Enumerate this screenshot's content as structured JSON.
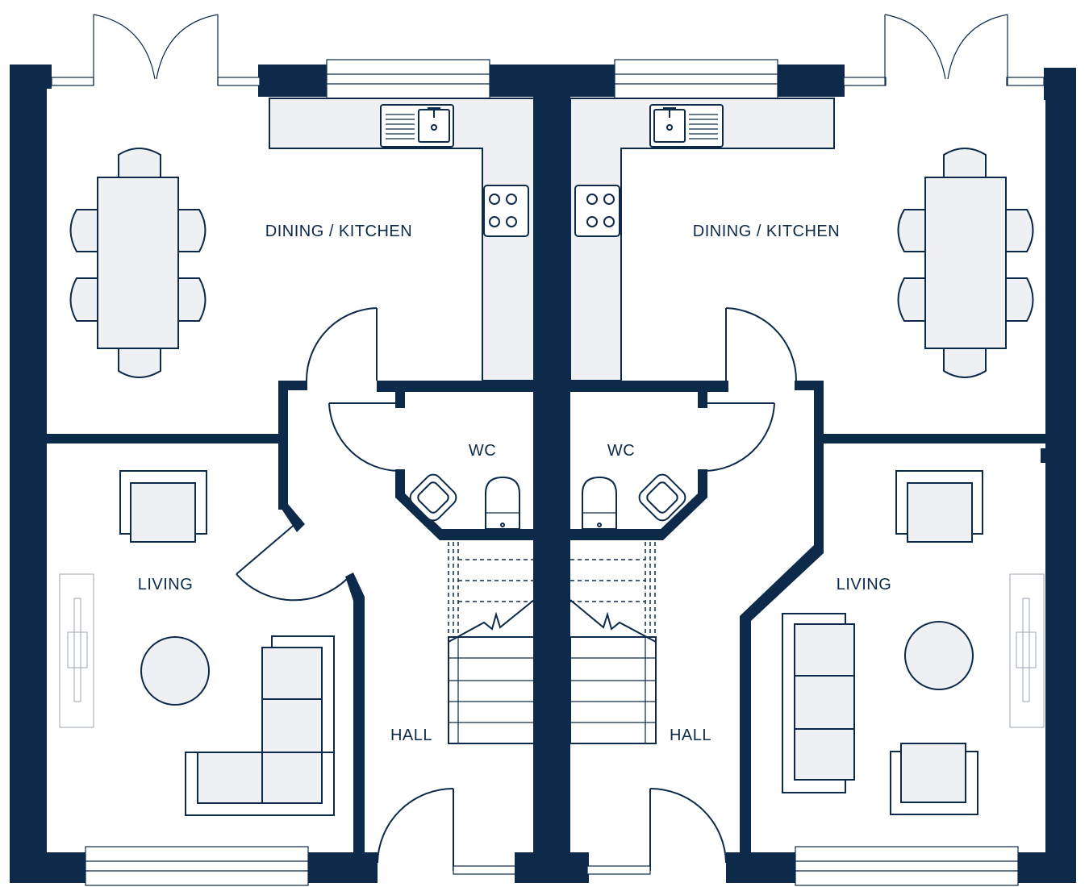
{
  "plan": {
    "left_unit": {
      "dining_kitchen": "DINING / KITCHEN",
      "wc": "WC",
      "living": "LIVING",
      "hall": "HALL"
    },
    "right_unit": {
      "dining_kitchen": "DINING / KITCHEN",
      "wc": "WC",
      "living": "LIVING",
      "hall": "HALL"
    }
  },
  "colors": {
    "wall": "#0d2a4a",
    "furniture_fill": "#eef0f3",
    "background": "#ffffff"
  }
}
